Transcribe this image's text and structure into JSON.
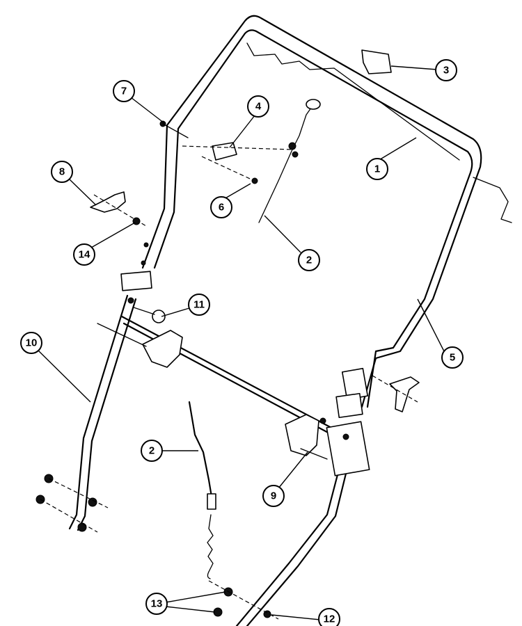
{
  "callouts": {
    "c1": "1",
    "c2a": "2",
    "c2b": "2",
    "c3": "3",
    "c4": "4",
    "c5": "5",
    "c6": "6",
    "c7": "7",
    "c8": "8",
    "c9": "9",
    "c10": "10",
    "c11": "11",
    "c12": "12",
    "c13": "13",
    "c14": "14"
  }
}
